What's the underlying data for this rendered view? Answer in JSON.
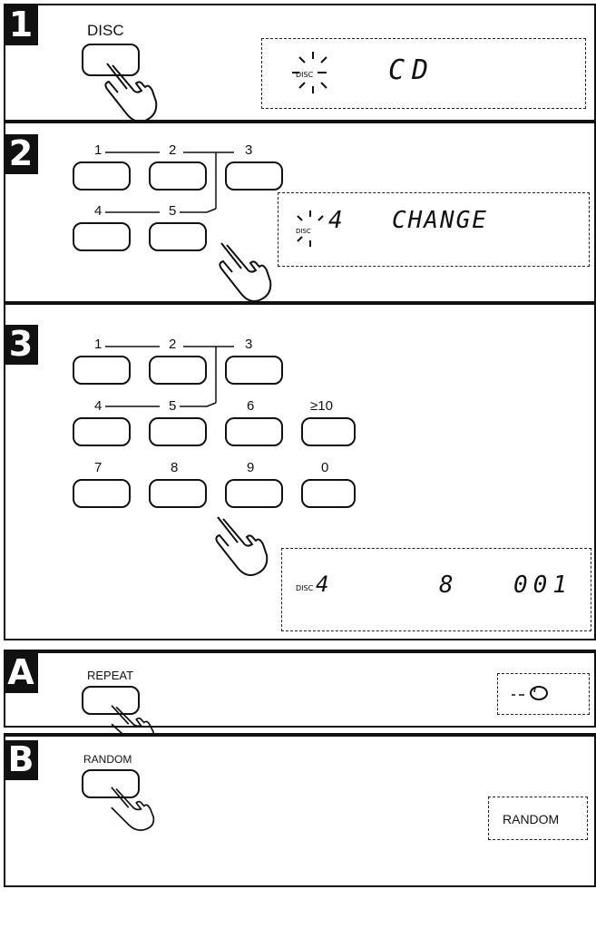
{
  "steps": {
    "s1": {
      "marker": "1",
      "button_label": "DISC",
      "display_text": "CD"
    },
    "s2": {
      "marker": "2",
      "keys": [
        "1",
        "2",
        "3",
        "4",
        "5"
      ],
      "display_disc": "4",
      "display_text": "CHANGE"
    },
    "s3": {
      "marker": "3",
      "keys": [
        "1",
        "2",
        "3",
        "4",
        "5",
        "6",
        "≥10",
        "7",
        "8",
        "9",
        "0"
      ],
      "display_disc": "4",
      "display_track": "8",
      "display_time": "001"
    },
    "a": {
      "marker": "A",
      "button_label": "REPEAT",
      "display_icon": "repeat-icon"
    },
    "b": {
      "marker": "B",
      "button_label": "RANDOM",
      "display_text": "RANDOM"
    }
  },
  "colors": {
    "ink": "#111111",
    "paper": "#ffffff"
  }
}
